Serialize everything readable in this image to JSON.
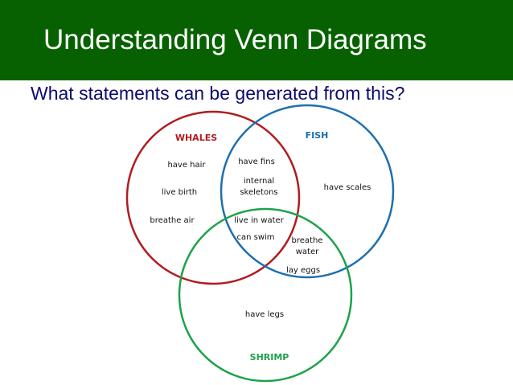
{
  "slide": {
    "title": "Understanding Venn Diagrams",
    "subtitle": "What statements can be generated from this?"
  },
  "colors": {
    "title_bar": "#076100",
    "title_text": "#ffffff",
    "subtitle_text": "#0b0b6e",
    "whales": "#b01c20",
    "fish": "#1e6fb0",
    "shrimp": "#1ea24a"
  },
  "venn": {
    "sets": {
      "whales": "WHALES",
      "fish": "FISH",
      "shrimp": "SHRIMP"
    },
    "regions": {
      "whales_only": [
        "have hair",
        "live birth",
        "breathe air"
      ],
      "whales_fish": [
        "have fins",
        "internal",
        "skeletons"
      ],
      "fish_only": [
        "have scales"
      ],
      "all_three": [
        "live in water",
        "can swim"
      ],
      "fish_shrimp": [
        "breathe",
        "water",
        "lay eggs"
      ],
      "shrimp_only": [
        "have legs"
      ]
    }
  }
}
